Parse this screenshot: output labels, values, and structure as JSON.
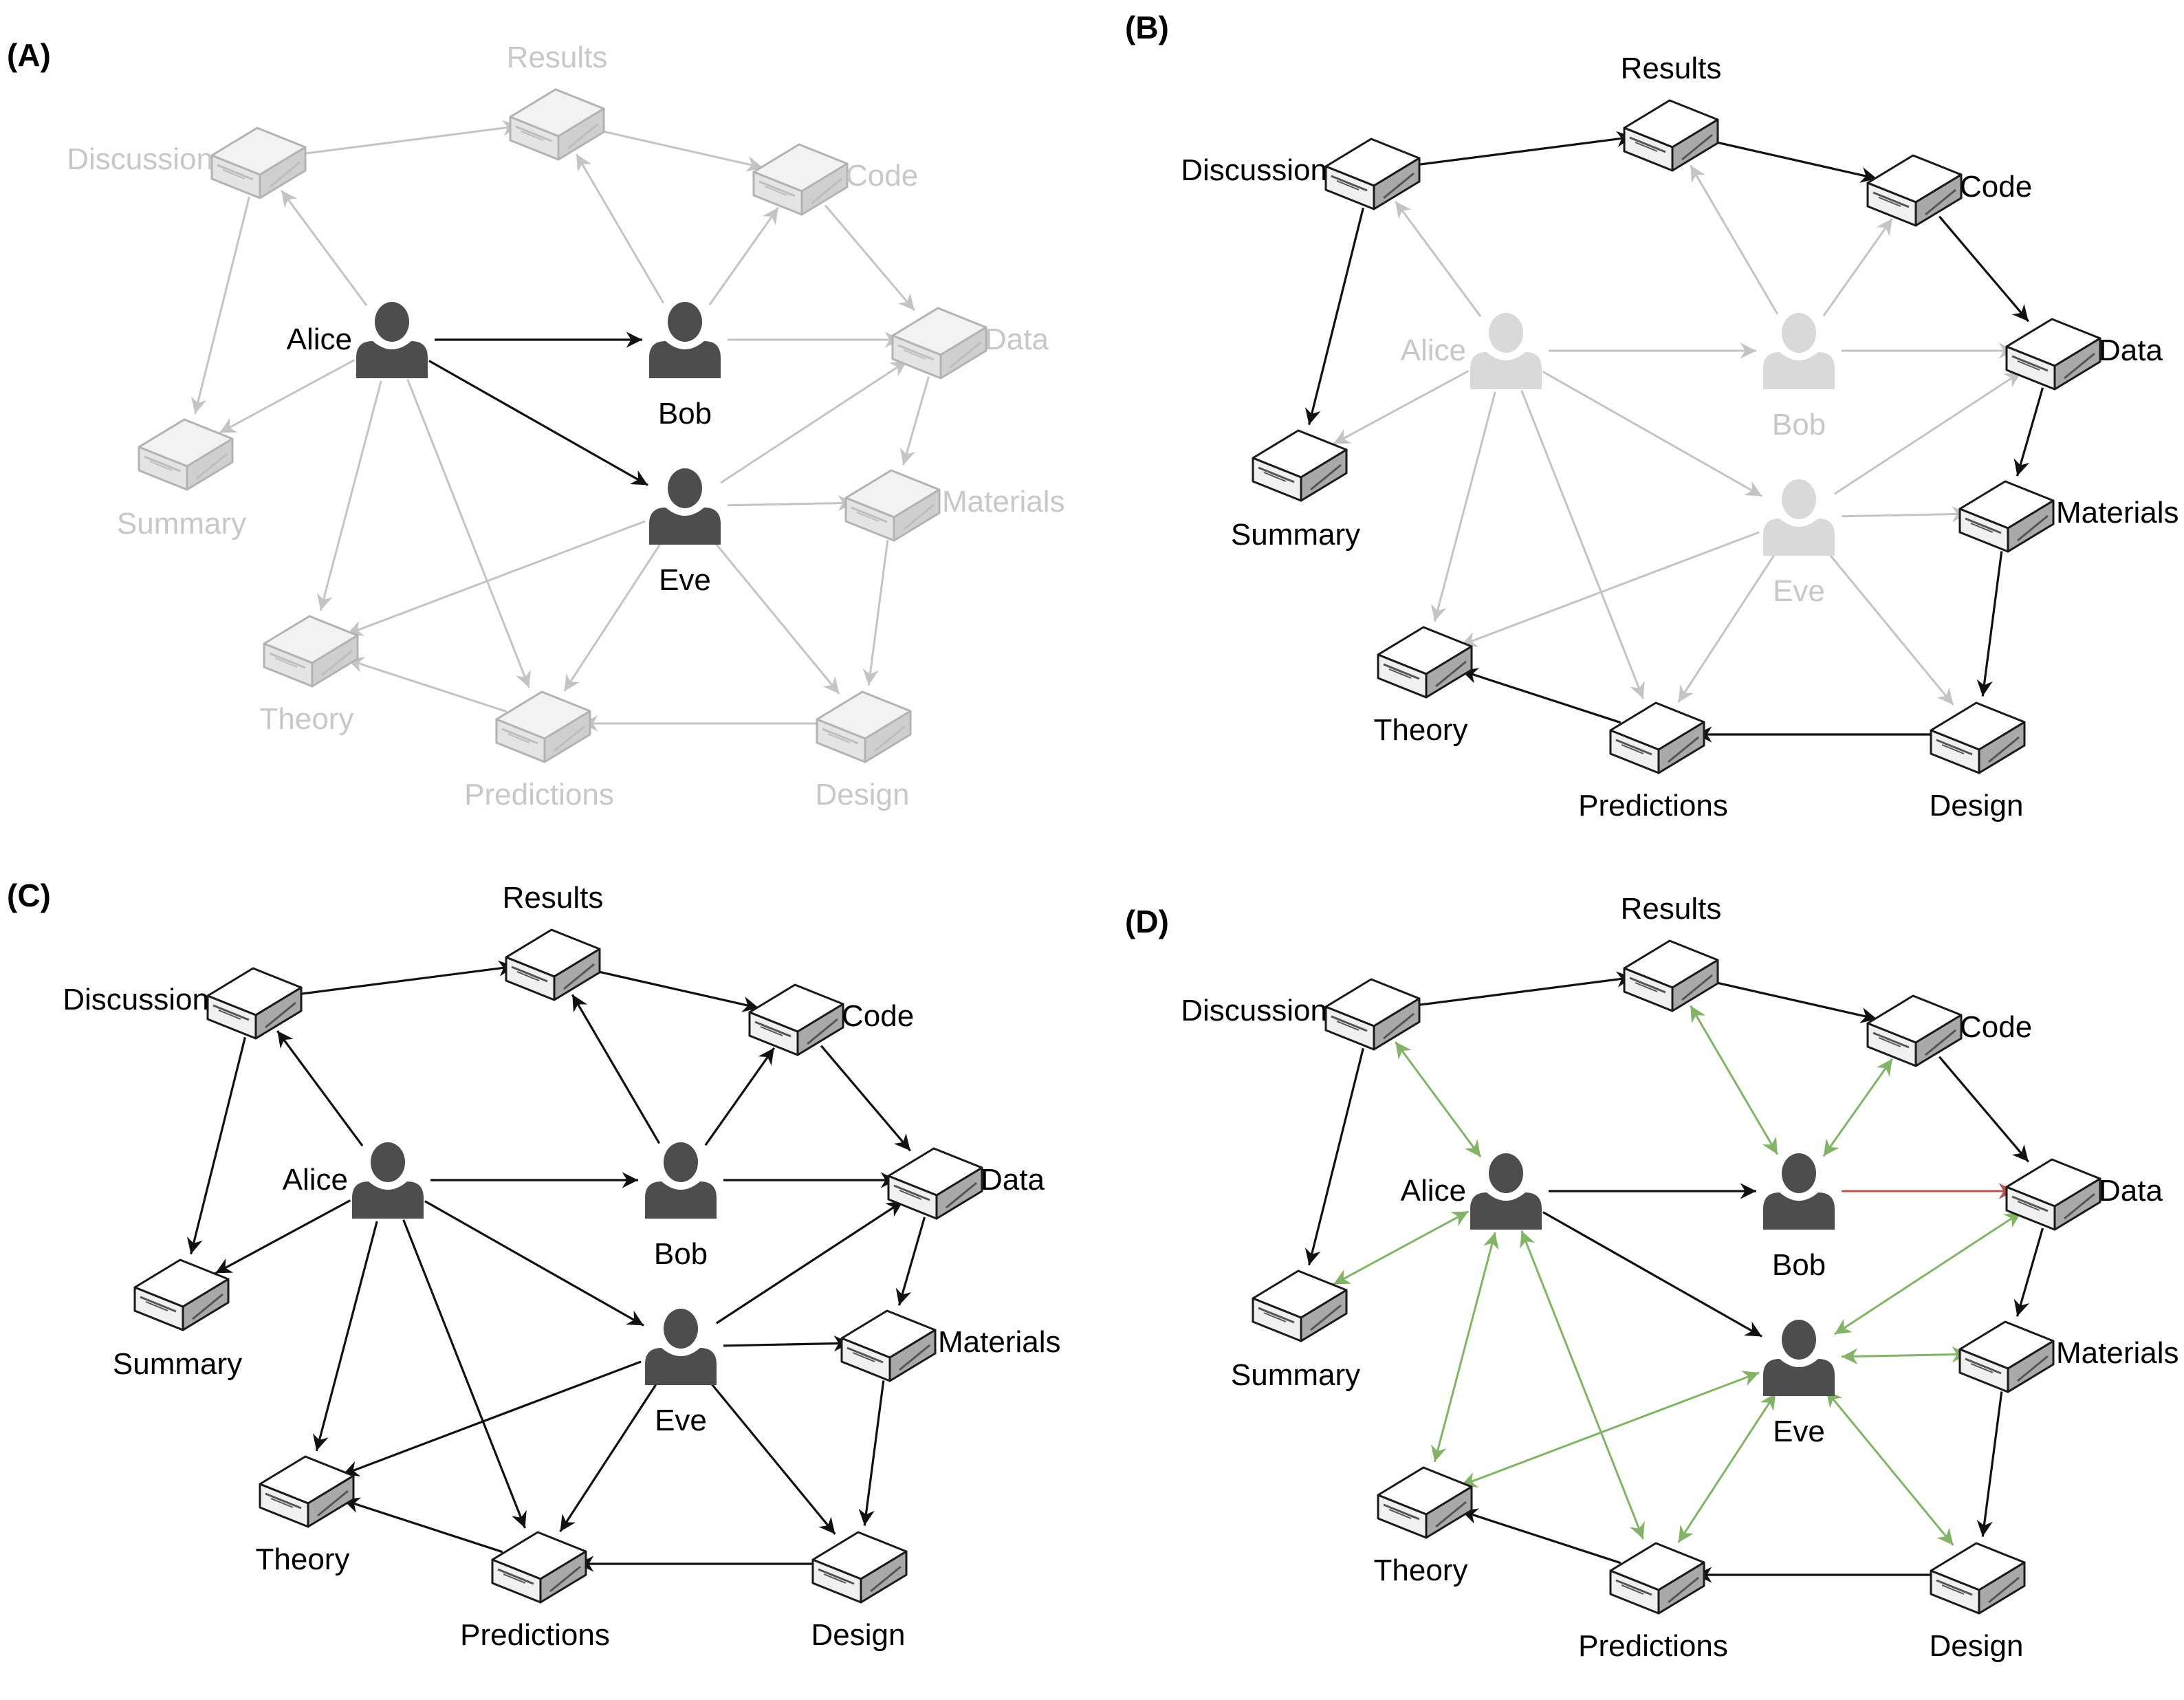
{
  "panels": [
    {
      "id": "A",
      "label": "(A)",
      "nodes": {
        "results": {
          "kind": "box",
          "label": "Results",
          "state": "faded"
        },
        "discussion": {
          "kind": "box",
          "label": "Discussion",
          "state": "faded"
        },
        "code": {
          "kind": "box",
          "label": "Code",
          "state": "faded"
        },
        "data": {
          "kind": "box",
          "label": "Data",
          "state": "faded"
        },
        "summary": {
          "kind": "box",
          "label": "Summary",
          "state": "faded"
        },
        "materials": {
          "kind": "box",
          "label": "Materials",
          "state": "faded"
        },
        "theory": {
          "kind": "box",
          "label": "Theory",
          "state": "faded"
        },
        "predictions": {
          "kind": "box",
          "label": "Predictions",
          "state": "faded"
        },
        "design": {
          "kind": "box",
          "label": "Design",
          "state": "faded"
        },
        "alice": {
          "kind": "person",
          "label": "Alice",
          "state": "active"
        },
        "bob": {
          "kind": "person",
          "label": "Bob",
          "state": "active"
        },
        "eve": {
          "kind": "person",
          "label": "Eve",
          "state": "active"
        }
      },
      "edges": [
        {
          "from": "discussion",
          "to": "results",
          "style": "faded"
        },
        {
          "from": "results",
          "to": "code",
          "style": "faded"
        },
        {
          "from": "code",
          "to": "data",
          "style": "faded"
        },
        {
          "from": "discussion",
          "to": "summary",
          "style": "faded"
        },
        {
          "from": "data",
          "to": "materials",
          "style": "faded"
        },
        {
          "from": "materials",
          "to": "design",
          "style": "faded"
        },
        {
          "from": "design",
          "to": "predictions",
          "style": "faded"
        },
        {
          "from": "predictions",
          "to": "theory",
          "style": "faded"
        },
        {
          "from": "alice",
          "to": "discussion",
          "style": "faded"
        },
        {
          "from": "alice",
          "to": "summary",
          "style": "faded"
        },
        {
          "from": "alice",
          "to": "theory",
          "style": "faded"
        },
        {
          "from": "alice",
          "to": "predictions",
          "style": "faded"
        },
        {
          "from": "bob",
          "to": "results",
          "style": "faded"
        },
        {
          "from": "bob",
          "to": "code",
          "style": "faded"
        },
        {
          "from": "bob",
          "to": "data",
          "style": "faded"
        },
        {
          "from": "eve",
          "to": "data",
          "style": "faded"
        },
        {
          "from": "eve",
          "to": "materials",
          "style": "faded"
        },
        {
          "from": "eve",
          "to": "theory",
          "style": "faded"
        },
        {
          "from": "eve",
          "to": "predictions",
          "style": "faded"
        },
        {
          "from": "eve",
          "to": "design",
          "style": "faded"
        },
        {
          "from": "alice",
          "to": "bob",
          "style": "dark"
        },
        {
          "from": "alice",
          "to": "eve",
          "style": "dark"
        }
      ]
    },
    {
      "id": "B",
      "label": "(B)",
      "nodes": {
        "results": {
          "kind": "box",
          "label": "Results",
          "state": "active"
        },
        "discussion": {
          "kind": "box",
          "label": "Discussion",
          "state": "active"
        },
        "code": {
          "kind": "box",
          "label": "Code",
          "state": "active"
        },
        "data": {
          "kind": "box",
          "label": "Data",
          "state": "active"
        },
        "summary": {
          "kind": "box",
          "label": "Summary",
          "state": "active"
        },
        "materials": {
          "kind": "box",
          "label": "Materials",
          "state": "active"
        },
        "theory": {
          "kind": "box",
          "label": "Theory",
          "state": "active"
        },
        "predictions": {
          "kind": "box",
          "label": "Predictions",
          "state": "active"
        },
        "design": {
          "kind": "box",
          "label": "Design",
          "state": "active"
        },
        "alice": {
          "kind": "person",
          "label": "Alice",
          "state": "faded"
        },
        "bob": {
          "kind": "person",
          "label": "Bob",
          "state": "faded"
        },
        "eve": {
          "kind": "person",
          "label": "Eve",
          "state": "faded"
        }
      },
      "edges": [
        {
          "from": "discussion",
          "to": "results",
          "style": "dark"
        },
        {
          "from": "results",
          "to": "code",
          "style": "dark"
        },
        {
          "from": "code",
          "to": "data",
          "style": "dark"
        },
        {
          "from": "discussion",
          "to": "summary",
          "style": "dark"
        },
        {
          "from": "data",
          "to": "materials",
          "style": "dark"
        },
        {
          "from": "materials",
          "to": "design",
          "style": "dark"
        },
        {
          "from": "design",
          "to": "predictions",
          "style": "dark"
        },
        {
          "from": "predictions",
          "to": "theory",
          "style": "dark"
        },
        {
          "from": "alice",
          "to": "discussion",
          "style": "faded"
        },
        {
          "from": "alice",
          "to": "summary",
          "style": "faded"
        },
        {
          "from": "alice",
          "to": "theory",
          "style": "faded"
        },
        {
          "from": "alice",
          "to": "predictions",
          "style": "faded"
        },
        {
          "from": "alice",
          "to": "bob",
          "style": "faded"
        },
        {
          "from": "alice",
          "to": "eve",
          "style": "faded"
        },
        {
          "from": "bob",
          "to": "results",
          "style": "faded"
        },
        {
          "from": "bob",
          "to": "code",
          "style": "faded"
        },
        {
          "from": "bob",
          "to": "data",
          "style": "faded"
        },
        {
          "from": "eve",
          "to": "data",
          "style": "faded"
        },
        {
          "from": "eve",
          "to": "materials",
          "style": "faded"
        },
        {
          "from": "eve",
          "to": "theory",
          "style": "faded"
        },
        {
          "from": "eve",
          "to": "predictions",
          "style": "faded"
        },
        {
          "from": "eve",
          "to": "design",
          "style": "faded"
        }
      ]
    },
    {
      "id": "C",
      "label": "(C)",
      "nodes": {
        "results": {
          "kind": "box",
          "label": "Results",
          "state": "active"
        },
        "discussion": {
          "kind": "box",
          "label": "Discussion",
          "state": "active"
        },
        "code": {
          "kind": "box",
          "label": "Code",
          "state": "active"
        },
        "data": {
          "kind": "box",
          "label": "Data",
          "state": "active"
        },
        "summary": {
          "kind": "box",
          "label": "Summary",
          "state": "active"
        },
        "materials": {
          "kind": "box",
          "label": "Materials",
          "state": "active"
        },
        "theory": {
          "kind": "box",
          "label": "Theory",
          "state": "active"
        },
        "predictions": {
          "kind": "box",
          "label": "Predictions",
          "state": "active"
        },
        "design": {
          "kind": "box",
          "label": "Design",
          "state": "active"
        },
        "alice": {
          "kind": "person",
          "label": "Alice",
          "state": "active"
        },
        "bob": {
          "kind": "person",
          "label": "Bob",
          "state": "active"
        },
        "eve": {
          "kind": "person",
          "label": "Eve",
          "state": "active"
        }
      },
      "edges": [
        {
          "from": "discussion",
          "to": "results",
          "style": "dark"
        },
        {
          "from": "results",
          "to": "code",
          "style": "dark"
        },
        {
          "from": "code",
          "to": "data",
          "style": "dark"
        },
        {
          "from": "discussion",
          "to": "summary",
          "style": "dark"
        },
        {
          "from": "data",
          "to": "materials",
          "style": "dark"
        },
        {
          "from": "materials",
          "to": "design",
          "style": "dark"
        },
        {
          "from": "design",
          "to": "predictions",
          "style": "dark"
        },
        {
          "from": "predictions",
          "to": "theory",
          "style": "dark"
        },
        {
          "from": "alice",
          "to": "discussion",
          "style": "dark"
        },
        {
          "from": "alice",
          "to": "summary",
          "style": "dark"
        },
        {
          "from": "alice",
          "to": "theory",
          "style": "dark"
        },
        {
          "from": "alice",
          "to": "predictions",
          "style": "dark"
        },
        {
          "from": "alice",
          "to": "bob",
          "style": "dark"
        },
        {
          "from": "alice",
          "to": "eve",
          "style": "dark"
        },
        {
          "from": "bob",
          "to": "results",
          "style": "dark"
        },
        {
          "from": "bob",
          "to": "code",
          "style": "dark"
        },
        {
          "from": "bob",
          "to": "data",
          "style": "dark"
        },
        {
          "from": "eve",
          "to": "data",
          "style": "dark"
        },
        {
          "from": "eve",
          "to": "materials",
          "style": "dark"
        },
        {
          "from": "eve",
          "to": "theory",
          "style": "dark"
        },
        {
          "from": "eve",
          "to": "predictions",
          "style": "dark"
        },
        {
          "from": "eve",
          "to": "design",
          "style": "dark"
        }
      ]
    },
    {
      "id": "D",
      "label": "(D)",
      "nodes": {
        "results": {
          "kind": "box",
          "label": "Results",
          "state": "active"
        },
        "discussion": {
          "kind": "box",
          "label": "Discussion",
          "state": "active"
        },
        "code": {
          "kind": "box",
          "label": "Code",
          "state": "active"
        },
        "data": {
          "kind": "box",
          "label": "Data",
          "state": "active"
        },
        "summary": {
          "kind": "box",
          "label": "Summary",
          "state": "active"
        },
        "materials": {
          "kind": "box",
          "label": "Materials",
          "state": "active"
        },
        "theory": {
          "kind": "box",
          "label": "Theory",
          "state": "active"
        },
        "predictions": {
          "kind": "box",
          "label": "Predictions",
          "state": "active"
        },
        "design": {
          "kind": "box",
          "label": "Design",
          "state": "active"
        },
        "alice": {
          "kind": "person",
          "label": "Alice",
          "state": "active"
        },
        "bob": {
          "kind": "person",
          "label": "Bob",
          "state": "active"
        },
        "eve": {
          "kind": "person",
          "label": "Eve",
          "state": "active"
        }
      },
      "edges": [
        {
          "from": "discussion",
          "to": "results",
          "style": "dark"
        },
        {
          "from": "results",
          "to": "code",
          "style": "dark"
        },
        {
          "from": "code",
          "to": "data",
          "style": "dark"
        },
        {
          "from": "discussion",
          "to": "summary",
          "style": "dark"
        },
        {
          "from": "data",
          "to": "materials",
          "style": "dark"
        },
        {
          "from": "materials",
          "to": "design",
          "style": "dark"
        },
        {
          "from": "design",
          "to": "predictions",
          "style": "dark"
        },
        {
          "from": "predictions",
          "to": "theory",
          "style": "dark"
        },
        {
          "from": "alice",
          "to": "bob",
          "style": "dark"
        },
        {
          "from": "alice",
          "to": "eve",
          "style": "dark"
        },
        {
          "from": "bob",
          "to": "data",
          "style": "red"
        },
        {
          "from": "alice",
          "to": "discussion",
          "style": "green"
        },
        {
          "from": "alice",
          "to": "summary",
          "style": "green"
        },
        {
          "from": "alice",
          "to": "theory",
          "style": "green"
        },
        {
          "from": "alice",
          "to": "predictions",
          "style": "green"
        },
        {
          "from": "bob",
          "to": "results",
          "style": "green"
        },
        {
          "from": "bob",
          "to": "code",
          "style": "green"
        },
        {
          "from": "eve",
          "to": "data",
          "style": "green"
        },
        {
          "from": "eve",
          "to": "materials",
          "style": "green"
        },
        {
          "from": "eve",
          "to": "theory",
          "style": "green"
        },
        {
          "from": "eve",
          "to": "predictions",
          "style": "green"
        },
        {
          "from": "eve",
          "to": "design",
          "style": "green"
        }
      ]
    }
  ],
  "colors": {
    "dark_edge": "#111111",
    "faded_edge": "#c4c4c4",
    "red_edge": "#b85450",
    "green_edge": "#82b366",
    "person_active": "#4d4d4d",
    "person_faded": "#d9d9d9",
    "label_active": "#000000",
    "label_faded": "#c8c8c8"
  }
}
